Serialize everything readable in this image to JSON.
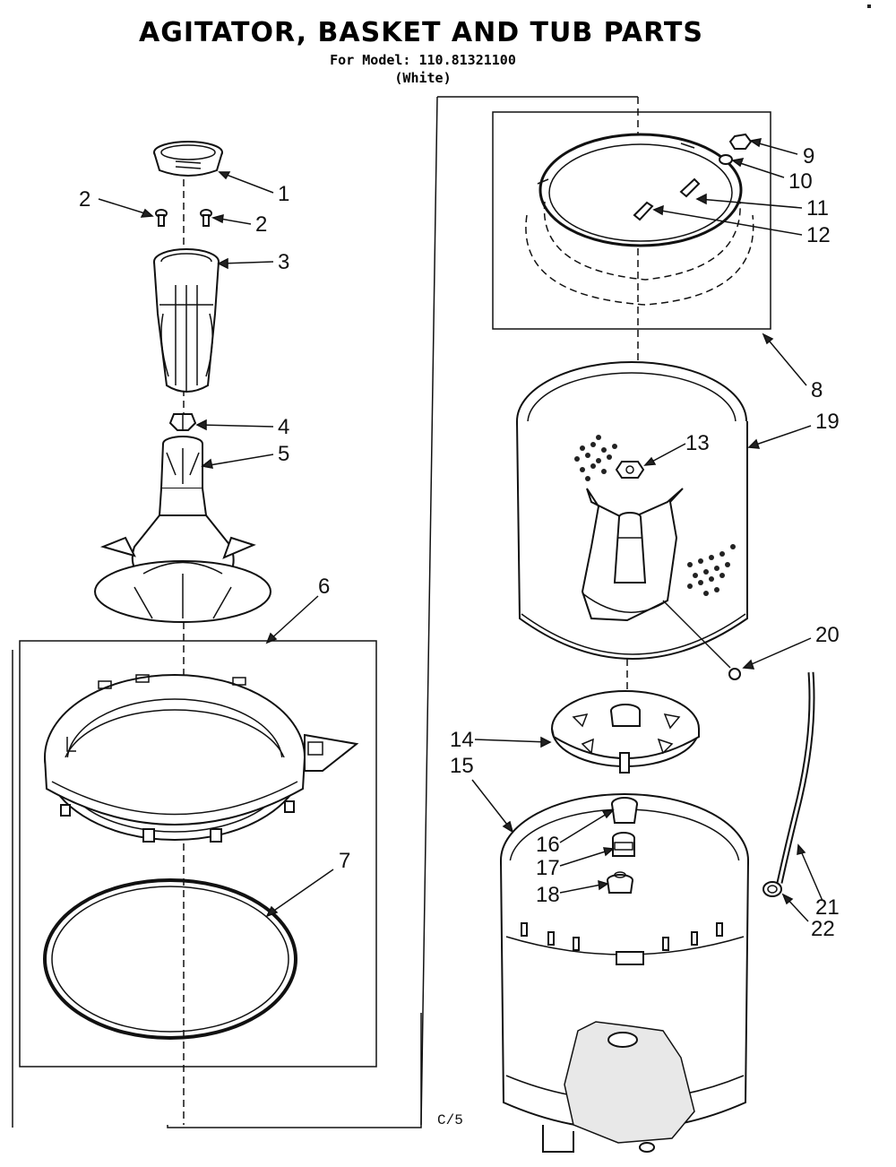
{
  "header": {
    "title": "AGITATOR, BASKET AND TUB PARTS",
    "model_line": "For Model: 110.81321100",
    "color_line": "(White)"
  },
  "callouts": [
    "1",
    "2",
    "2",
    "3",
    "4",
    "5",
    "6",
    "7",
    "8",
    "9",
    "10",
    "11",
    "12",
    "13",
    "19",
    "20",
    "14",
    "15",
    "16",
    "17",
    "18",
    "21",
    "22"
  ],
  "footer": {
    "code": "C/5"
  }
}
